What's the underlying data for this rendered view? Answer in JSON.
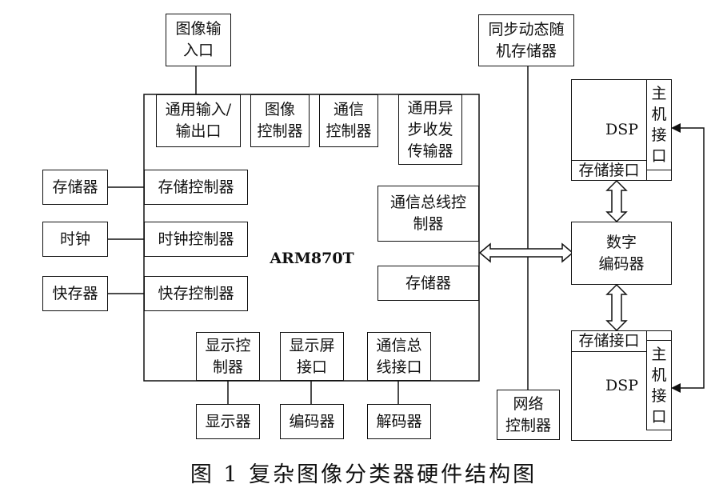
{
  "figure": {
    "caption": "图 1   复杂图像分类器硬件结构图"
  },
  "blocks": {
    "image_input": "图像输\n入口",
    "sdram": "同步动态随\n机存储器",
    "gpio": "通用输入/\n输出口",
    "image_controller": "图像\n控制器",
    "comm_controller": "通信\n控制器",
    "uart": "通用异\n步收发\n传输器",
    "comm_bus_controller": "通信总线控\n制器",
    "arm_storage": "存储器",
    "arm_label": "ARM870T",
    "memory_controller": "存储控制器",
    "clock_controller": "时钟控制器",
    "cache_controller": "快存控制器",
    "display_controller": "显示控\n制器",
    "screen_interface": "显示屏\n接口",
    "comm_bus_interface": "通信总\n线接口",
    "memory": "存储器",
    "clock": "时钟",
    "cache": "快存器",
    "display": "显示器",
    "encoder": "编码器",
    "decoder": "解码器",
    "network_controller": "网络\n控制器",
    "digital_encoder": "数字\n编码器",
    "dsp_top": "DSP",
    "dsp_bottom": "DSP",
    "host_interface_top": "主\n机\n接\n口",
    "host_interface_bottom": "主\n机\n接\n口",
    "storage_interface_top": "存储接口",
    "storage_interface_bottom": "存储接口"
  }
}
